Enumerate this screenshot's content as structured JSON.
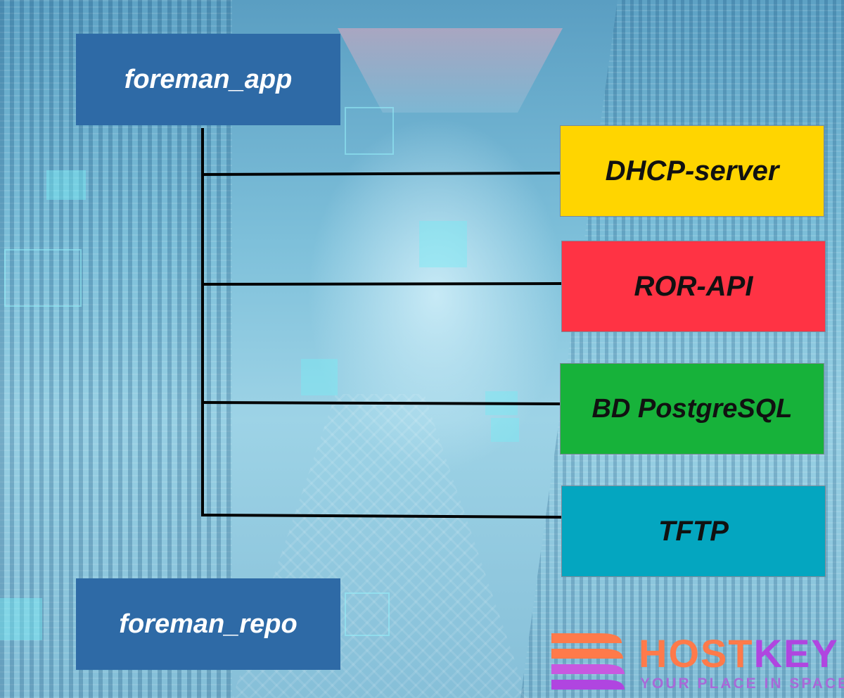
{
  "diagram": {
    "main_node": {
      "label": "foreman_app",
      "color": "#2e6aa6"
    },
    "repo_node": {
      "label": "foreman_repo",
      "color": "#2e6aa6"
    },
    "services": [
      {
        "label": "DHCP-server",
        "color": "#ffd500"
      },
      {
        "label": "ROR-API",
        "color": "#ff3344"
      },
      {
        "label": "BD PostgreSQL",
        "color": "#17b23a"
      },
      {
        "label": "TFTP",
        "color": "#04a6c0"
      }
    ]
  },
  "logo": {
    "name_part1": "HOST",
    "name_part2": "KEY",
    "tagline": "YOUR PLACE IN SPACE",
    "colors": {
      "primary": "#ff7a4a",
      "secondary": "#b045e0"
    }
  }
}
